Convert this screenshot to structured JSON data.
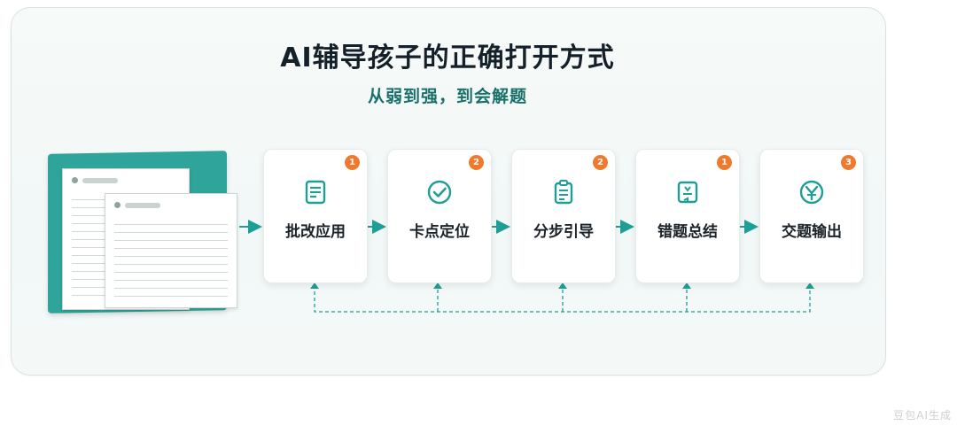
{
  "header": {
    "title": "AI辅导孩子的正确打开方式",
    "subtitle": "从弱到强，到会解题"
  },
  "steps": [
    {
      "num": "1",
      "label": "批改应用",
      "icon": "document-lines-icon"
    },
    {
      "num": "2",
      "label": "卡点定位",
      "icon": "check-circle-icon"
    },
    {
      "num": "2",
      "label": "分步引导",
      "icon": "clipboard-list-icon"
    },
    {
      "num": "1",
      "label": "错题总结",
      "icon": "book-bookmark-icon"
    },
    {
      "num": "3",
      "label": "交题输出",
      "icon": "submit-check-icon"
    }
  ],
  "colors": {
    "accent": "#1f9e95",
    "badge": "#ef7a2e",
    "title": "#14202a",
    "subtitle": "#19706a"
  },
  "watermark": "豆包AI生成"
}
